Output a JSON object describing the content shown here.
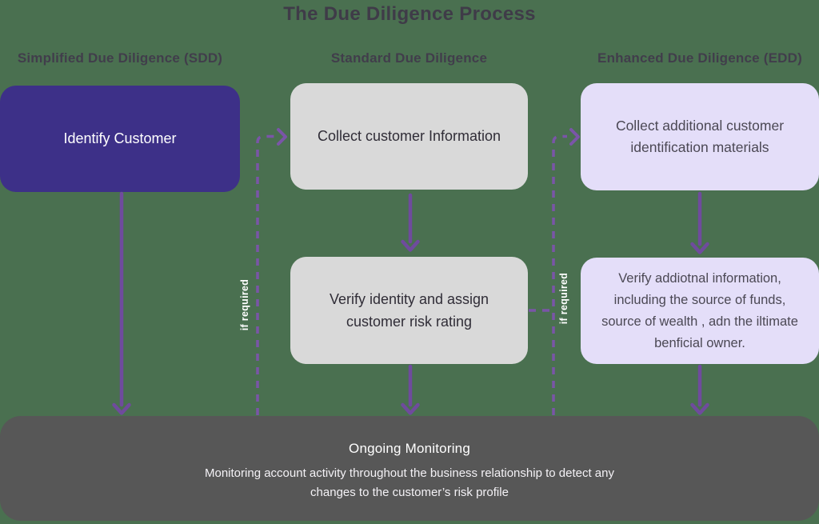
{
  "title": "The Due Diligence Process",
  "columns": [
    {
      "id": "sdd",
      "header": "Simplified Due Diligence (SDD)",
      "boxes": [
        "Identify Customer"
      ]
    },
    {
      "id": "standard",
      "header": "Standard Due Diligence",
      "boxes": [
        "Collect customer Information",
        "Verify identity and assign customer risk rating"
      ]
    },
    {
      "id": "edd",
      "header": "Enhanced Due Diligence (EDD)",
      "boxes": [
        "Collect additional customer identification materials",
        "Verify addiotnal information, including the source of funds, source of wealth , adn the iltimate benficial owner."
      ]
    }
  ],
  "connectors": {
    "left_label": "if required",
    "right_label": "if required"
  },
  "monitoring": {
    "title": "Ongoing Monitoring",
    "description_line1": "Monitoring account activity throughout the business relationship to detect any",
    "description_line2": "changes to the customer’s risk profile"
  },
  "colors": {
    "background": "#4a7050",
    "sdd_box": "#3d3088",
    "standard_box": "#d9d9d9",
    "edd_box": "#e4def9",
    "monitoring_bar": "#575757",
    "arrow": "#6f4b9d",
    "dashed_connector": "#7a55a8",
    "heading_text": "#413d4b"
  }
}
